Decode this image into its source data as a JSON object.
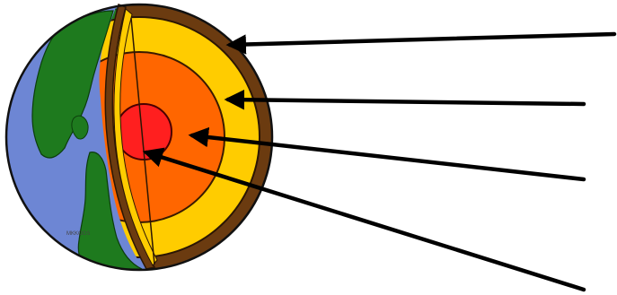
{
  "diagram": {
    "type": "earth-cutaway",
    "layers": [
      {
        "key": "crust",
        "color": "#6b3b10"
      },
      {
        "key": "mantle",
        "color": "#ffcc00"
      },
      {
        "key": "outer_core",
        "color": "#ff6600"
      },
      {
        "key": "inner_core",
        "color": "#ff1f1f"
      }
    ],
    "surface_colors": {
      "ocean": "#6d86d4",
      "land": "#1e7a1e",
      "outline": "#111111"
    },
    "pointer_count": 4,
    "pointer_color": "#000000",
    "labels": [],
    "small_mark_text": "MKKOOS"
  }
}
